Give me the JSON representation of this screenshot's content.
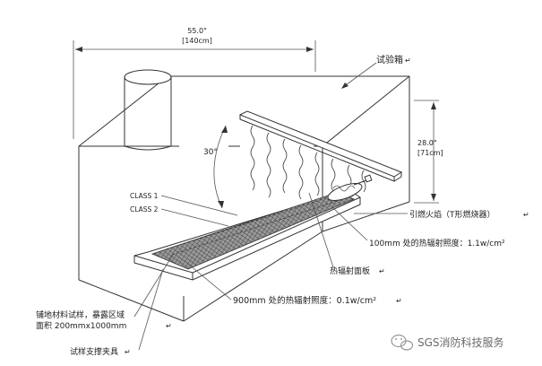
{
  "dimensions": {
    "width_in": "55.0\"",
    "width_cm": "[140cm]",
    "height_in": "28.0\"",
    "height_cm": "[71cm]",
    "angle": "30°"
  },
  "labels": {
    "chamber": "试验箱",
    "class1": "CLASS 1",
    "class2": "CLASS 2",
    "pilot_burner": "引燃火焰（T形燃烧器）",
    "flux_100": "100mm 处的热辐射照度：1.1w/cm²",
    "radiant_panel": "热辐射面板",
    "flux_900": "900mm 处的热辐射照度：0.1w/cm²",
    "specimen_line1": "铺地材料试样，暴露区域",
    "specimen_line2": "面积 200mmx1000mm",
    "holder": "试样支撑夹具"
  },
  "watermark": {
    "text": "SGS消防科技服务",
    "icon": "wechat-icon"
  },
  "marks": {
    "para_mark": "↵"
  }
}
